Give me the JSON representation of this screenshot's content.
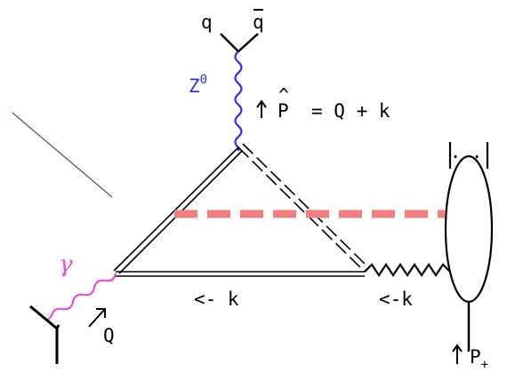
{
  "labels": {
    "quark": "q",
    "antiquark": "q",
    "z_boson": "Z",
    "z_superscript": "0",
    "p_hat": "P",
    "p_hat_accent": "^",
    "p_hat_eq": "= Q + k",
    "gamma": "γ",
    "photon_momentum": "Q",
    "k_bottom": "<- k",
    "k_right": "<-k",
    "p_plus": "P",
    "p_plus_sub": "+",
    "blob_dots": ". ."
  },
  "colors": {
    "z_line": "#2d2df0",
    "photon_line": "#e050e0",
    "dashed_rung": "#f08080",
    "ink": "#000000"
  }
}
